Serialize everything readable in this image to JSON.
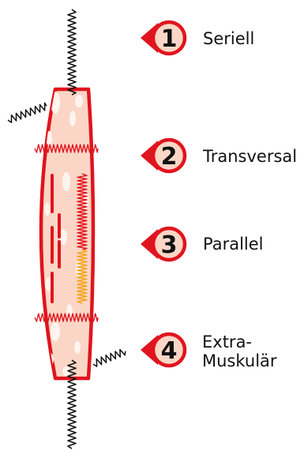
{
  "legend": [
    {
      "number": "1",
      "label_lines": [
        "Seriell"
      ]
    },
    {
      "number": "2",
      "label_lines": [
        "Transversal"
      ]
    },
    {
      "number": "3",
      "label_lines": [
        "Parallel"
      ]
    },
    {
      "number": "4",
      "label_lines": [
        "Extra-",
        "Muskulär"
      ]
    }
  ],
  "colors": {
    "outline": "#e0141e",
    "muscle_fill": "#fbd6c6",
    "muscle_highlight": "#fff4ee",
    "spring": "#111111",
    "parallel_spring_top": "#e0141e",
    "parallel_spring_bottom": "#f5a623",
    "badge_fill": "#fbd6c6",
    "badge_text": "#111111",
    "label_text": "#111111"
  }
}
